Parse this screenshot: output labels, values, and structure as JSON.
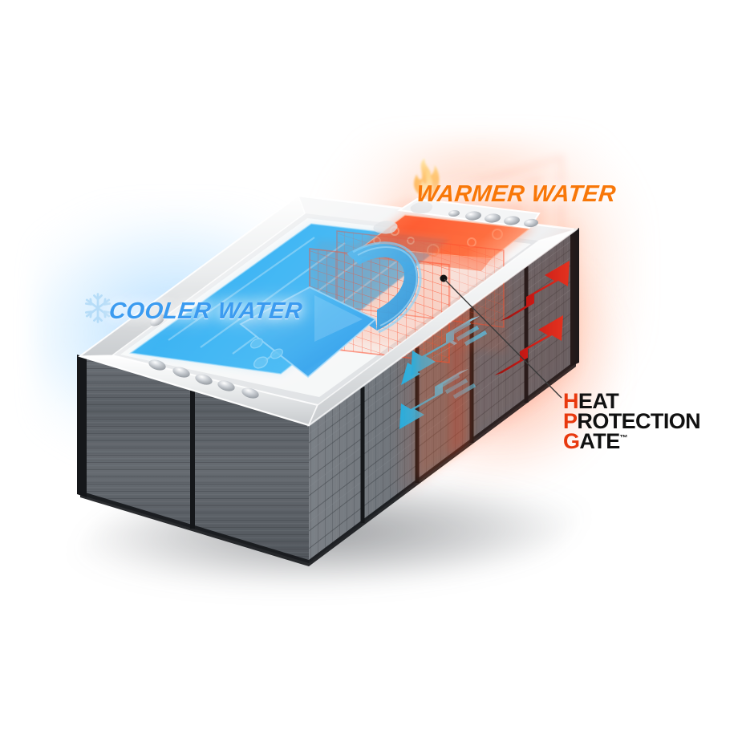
{
  "scene": {
    "title": "Swim spa Heat Protection Gate cutaway diagram",
    "background_color": "#ffffff"
  },
  "labels": {
    "cooler_water": "COOLER WATER",
    "warmer_water": "WARMER WATER",
    "cooler_color": "#3b9bf0",
    "warmer_color": "#f87708",
    "snowflake_icon": "snowflake-icon",
    "flame_icon": "flame-icon"
  },
  "hpg": {
    "line1_accent": "H",
    "line1_rest": "EAT",
    "line2_accent": "P",
    "line2_rest": "ROTECTION",
    "line3_accent": "G",
    "line3_rest": "ATE",
    "trademark": "™",
    "accent_color": "#e8380d",
    "text_color": "#111111"
  },
  "product": {
    "cabinet_color": "#555a60",
    "cabinet_trim_color": "#1b1d21",
    "shell_color": "#f2f3f4",
    "cool_water_color": "#46b8f5",
    "warm_water_color": "#ff5a2a",
    "panel_count": 6
  },
  "flow_arrows": {
    "cool_return_arrow": "large curved blue arrow looping from the gate back into the cool swim zone",
    "cabinet_cool_arrows": 2,
    "cabinet_cool_color": "#23c4f5",
    "cabinet_warm_arrows": 2,
    "cabinet_warm_color": "#c21616"
  },
  "gate": {
    "name": "Heat Protection Gate",
    "mesh_color": "#ff4d2d",
    "callout_dot": true
  }
}
